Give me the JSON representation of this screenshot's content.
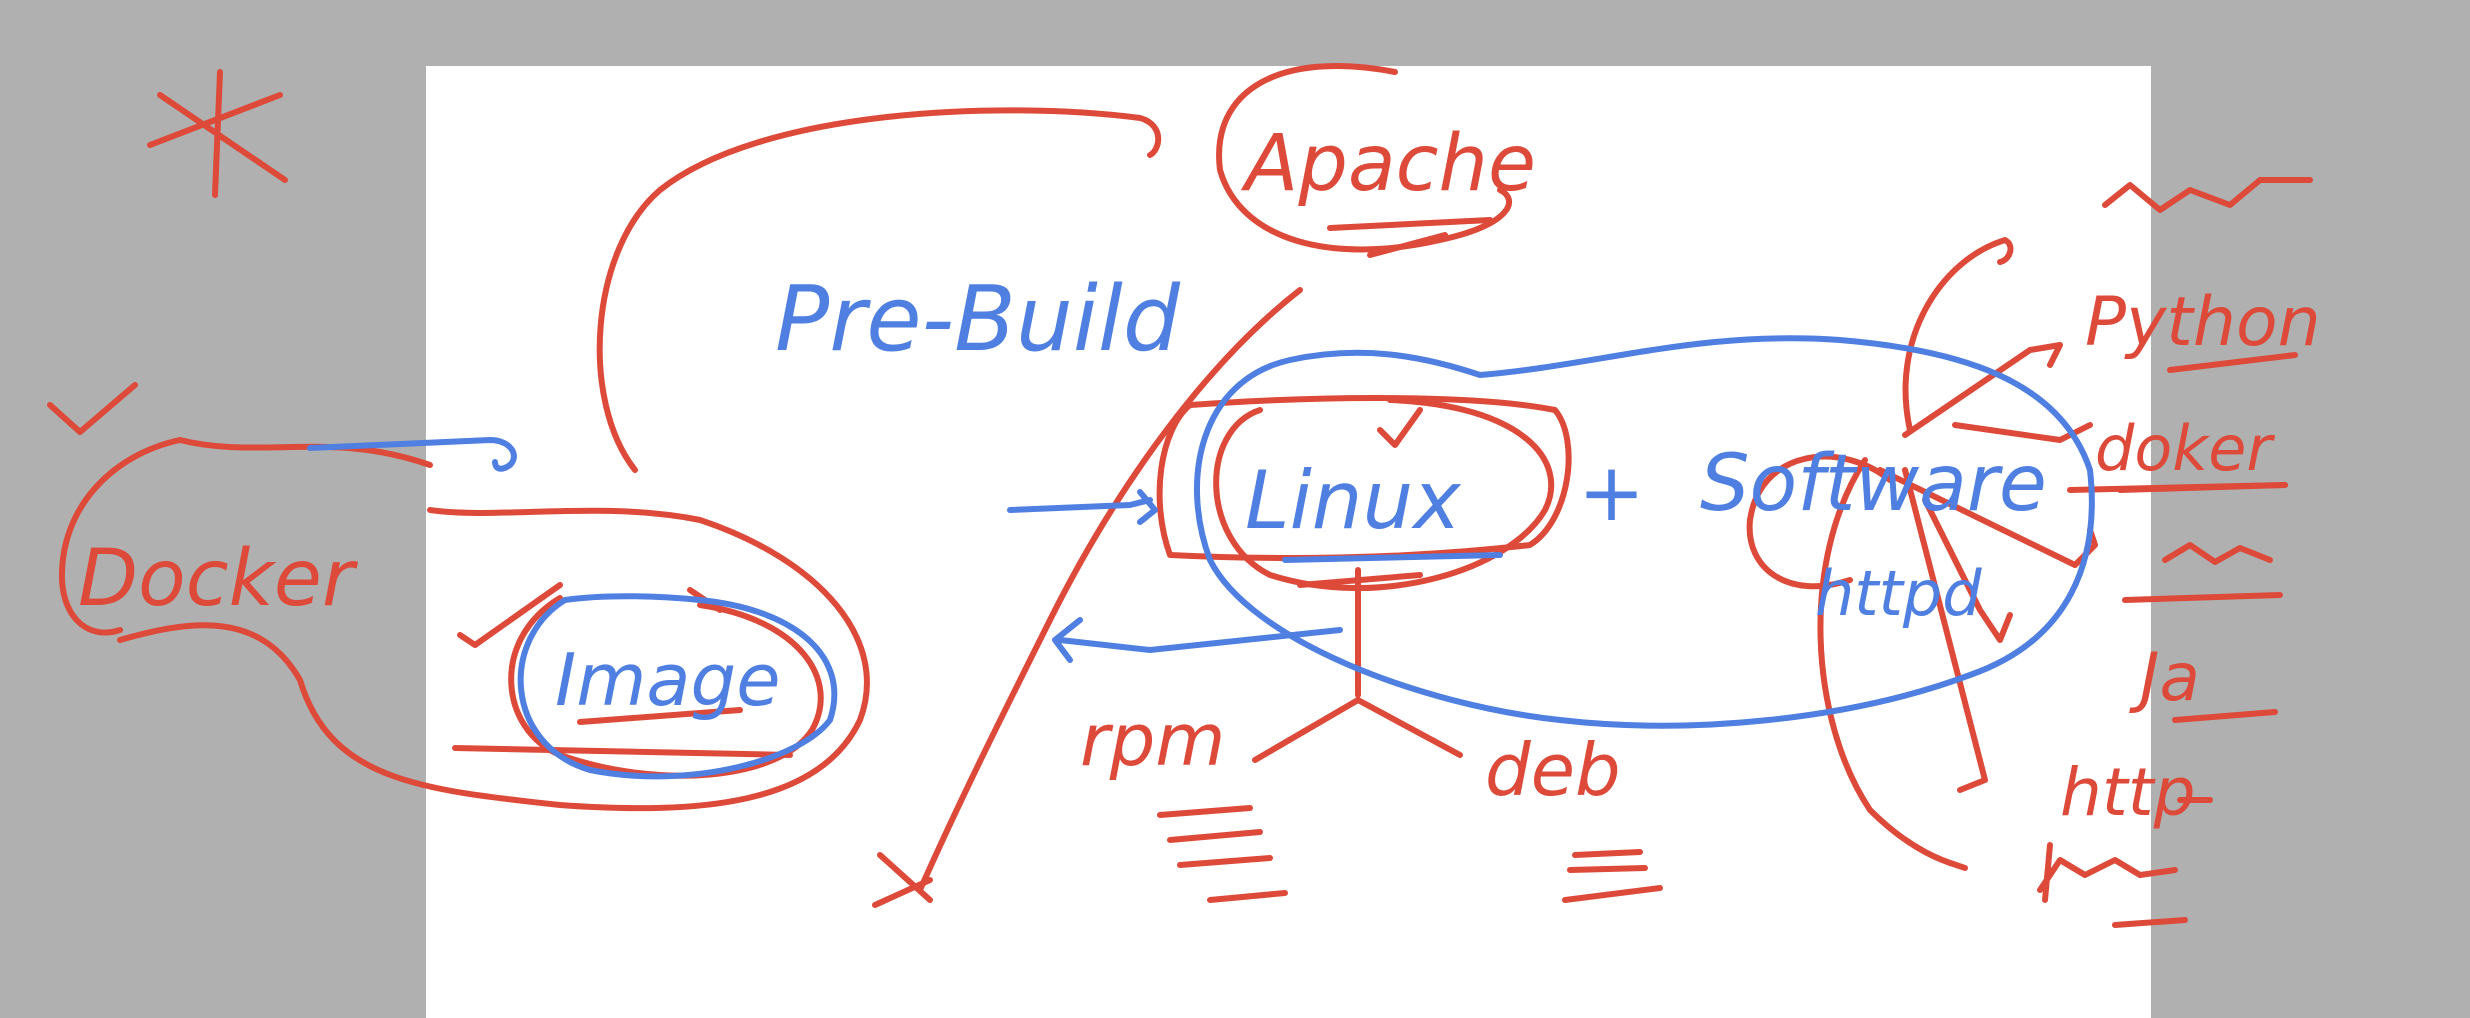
{
  "colors": {
    "background": "#b0b0b0",
    "page": "#ffffff",
    "ink_red": "#dd4a3a",
    "ink_blue": "#4f7fe0"
  },
  "labels": {
    "docker": "Docker",
    "image": "Image",
    "pre_build": "Pre-Build",
    "apache": "Apache",
    "linux": "Linux",
    "plus": "+",
    "software": "Software",
    "httpd": "httpd",
    "rpm": "rpm",
    "deb": "deb",
    "python": "Python",
    "docker_small": "doker",
    "java": "Ja",
    "http": "http"
  },
  "annotations": {
    "star": "*",
    "checkmark": "✓",
    "cross": "x"
  }
}
